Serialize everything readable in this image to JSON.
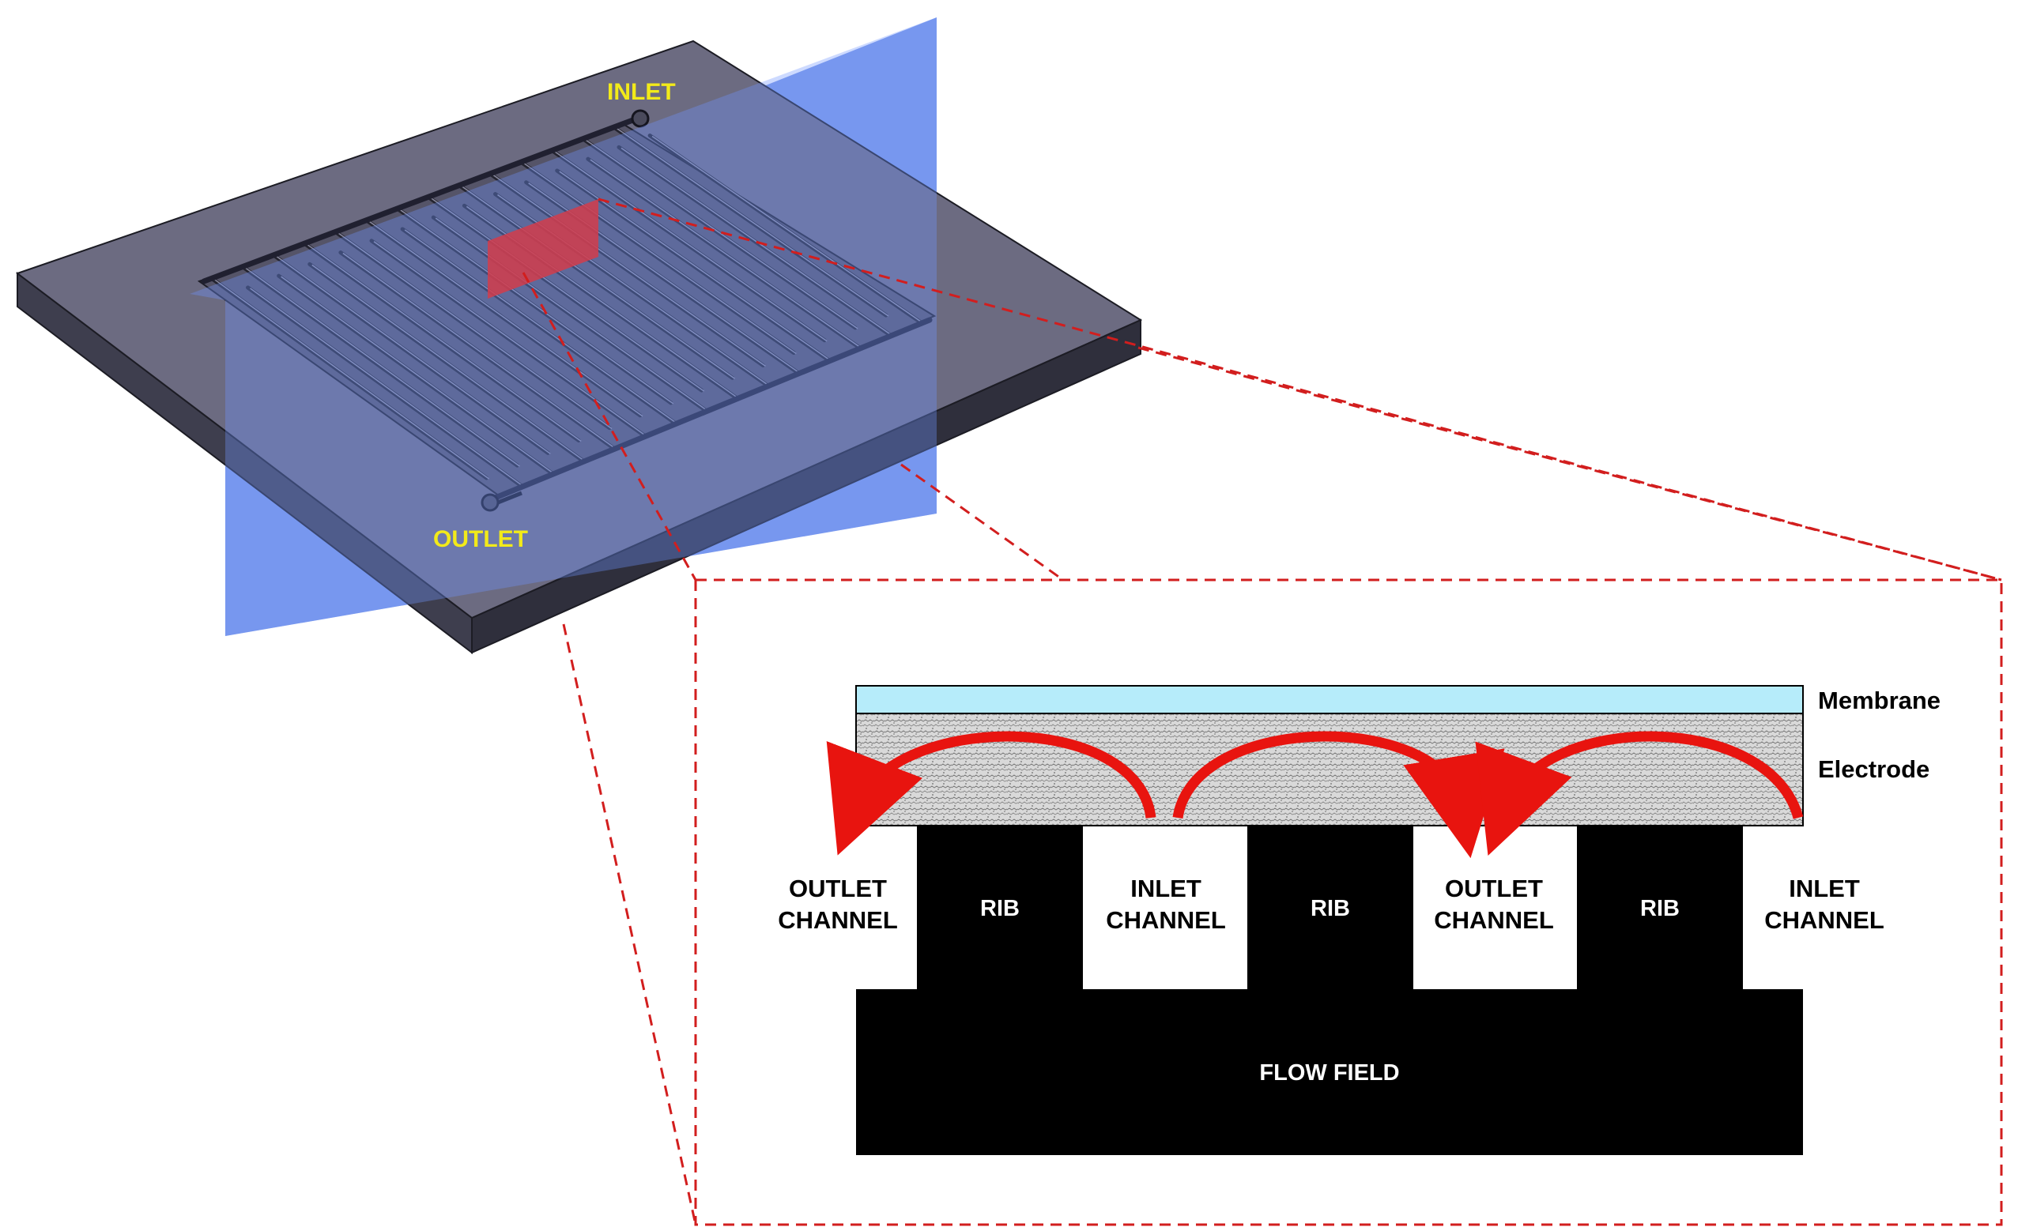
{
  "plate": {
    "inlet_label": "INLET",
    "outlet_label": "OUTLET"
  },
  "cross_section": {
    "layers": {
      "membrane": "Membrane",
      "electrode": "Electrode"
    },
    "channels": [
      {
        "line1": "OUTLET",
        "line2": "CHANNEL"
      },
      {
        "line1": "INLET",
        "line2": "CHANNEL"
      },
      {
        "line1": "OUTLET",
        "line2": "CHANNEL"
      },
      {
        "line1": "INLET",
        "line2": "CHANNEL"
      }
    ],
    "ribs": [
      "RIB",
      "RIB",
      "RIB"
    ],
    "base_label": "FLOW FIELD"
  },
  "colors": {
    "plate_top": "#6b6b80",
    "plate_side": "#3a3a4a",
    "section_plane": "#5a7fe0",
    "highlight": "#d23c4b",
    "zoom_lines": "#d21e1e",
    "membrane": "#b6ecfa",
    "electrode": "#d8d8d8",
    "solid": "#000000",
    "flow_arrow": "#e8140f",
    "label_yellow": "#f2ea1a"
  }
}
